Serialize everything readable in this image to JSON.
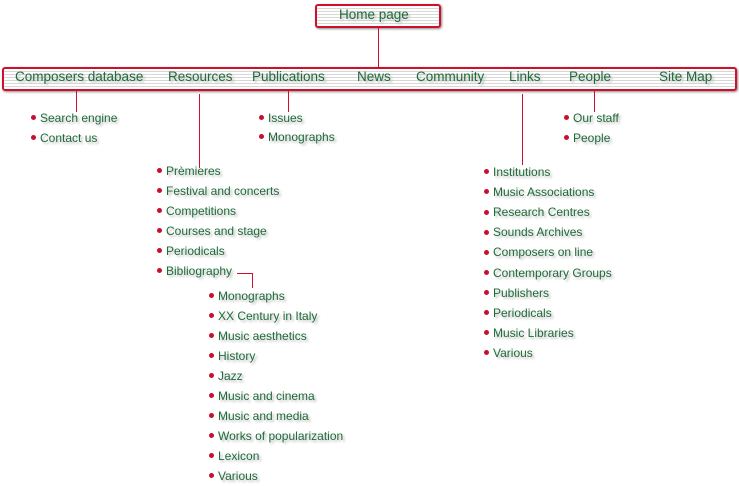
{
  "home": "Home page",
  "nav": [
    "Composers database",
    "Resources",
    "Publications",
    "News",
    "Community",
    "Links",
    "People",
    "Site Map"
  ],
  "lists": {
    "composers": [
      "Search engine",
      "Contact us"
    ],
    "resources": [
      "Prèmieres",
      "Festival and concerts",
      "Competitions",
      "Courses and stage",
      "Periodicals",
      "Bibliography"
    ],
    "bibliography": [
      "Monographs",
      "XX Century in Italy",
      "Music aesthetics",
      "History",
      "Jazz",
      "Music and cinema",
      "Music and media",
      "Works of popularization",
      "Lexicon",
      "Various"
    ],
    "publications": [
      "Issues",
      "Monographs"
    ],
    "links": [
      "Institutions",
      "Music Associations",
      "Research Centres",
      "Sounds Archives",
      "Composers on line",
      "Contemporary Groups",
      "Publishers",
      "Periodicals",
      "Music Libraries",
      "Various"
    ],
    "people": [
      "Our staff",
      "People"
    ]
  }
}
